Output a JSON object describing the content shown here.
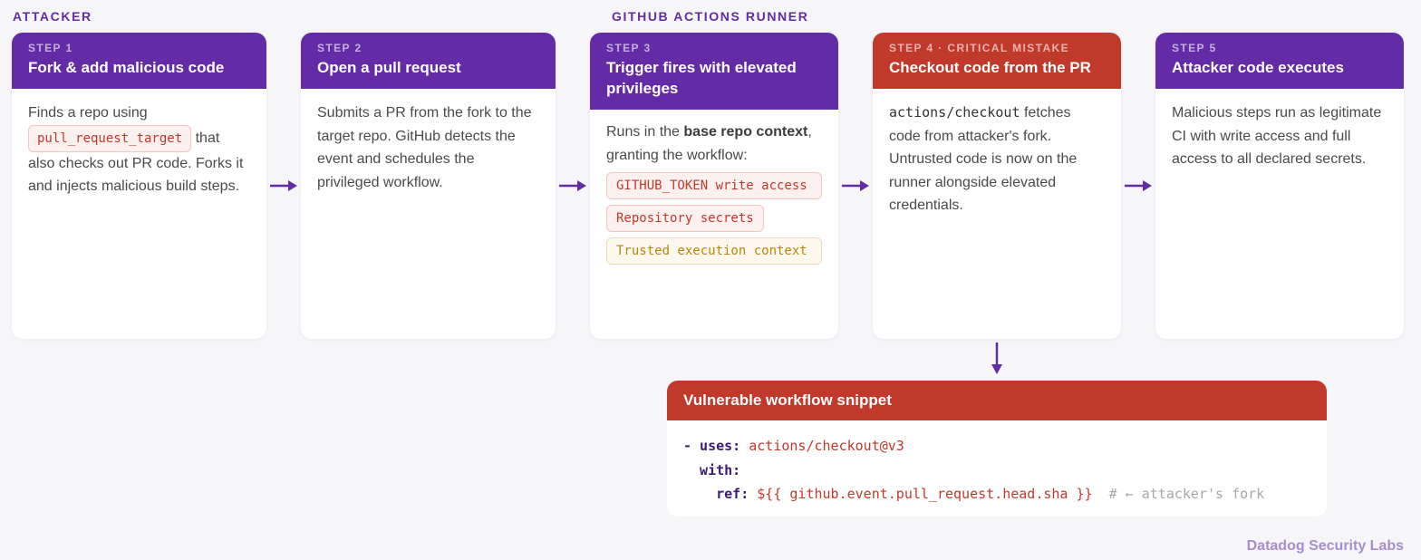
{
  "sections": {
    "attacker": "ATTACKER",
    "runner": "GITHUB ACTIONS RUNNER"
  },
  "steps": [
    {
      "num": "STEP 1",
      "title": "Fork & add malicious code",
      "text_a": "Finds a repo using",
      "code": "pull_request_target",
      "text_b": " that also checks out PR code. Forks it and injects malicious build steps."
    },
    {
      "num": "STEP 2",
      "title": "Open a pull request",
      "text": "Submits a PR from the fork to the target repo. GitHub detects the event and schedules the privileged workflow."
    },
    {
      "num": "STEP 3",
      "title": "Trigger fires with elevated privileges",
      "text_a": "Runs in the ",
      "bold": "base repo context",
      "text_b": ", granting the workflow:",
      "chips": [
        "GITHUB_TOKEN write access",
        "Repository secrets",
        "Trusted execution context"
      ]
    },
    {
      "num": "STEP 4 · CRITICAL MISTAKE",
      "title": "Checkout code from the PR",
      "code": "actions/checkout",
      "text": " fetches code from attacker's fork. Untrusted code is now on the runner alongside elevated credentials."
    },
    {
      "num": "STEP 5",
      "title": "Attacker code executes",
      "text": "Malicious steps run as legitimate CI with write access and full access to all declared secrets."
    }
  ],
  "snippet": {
    "title": "Vulnerable workflow snippet",
    "line1_key": "- uses:",
    "line1_val": "actions/checkout@v3",
    "line2_key": "  with:",
    "line3_key": "    ref:",
    "line3_val": "${{ github.event.pull_request.head.sha }}",
    "line3_comment": "# ← attacker's fork"
  },
  "footer": "Datadog Security Labs",
  "colors": {
    "purple": "#632ca6",
    "critical_red": "#c0392b",
    "background": "#f6f5f8"
  }
}
